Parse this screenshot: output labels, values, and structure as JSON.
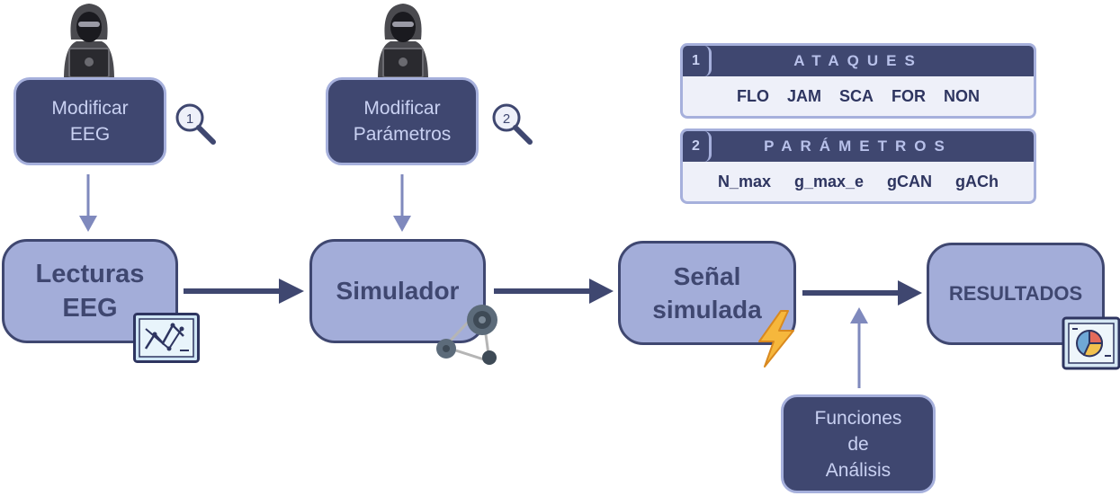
{
  "nodes": {
    "modificar_eeg": "Modificar\nEEG",
    "modificar_parametros": "Modificar\nParámetros",
    "lecturas_eeg": "Lecturas\nEEG",
    "simulador": "Simulador",
    "senal_simulada": "Señal\nsimulada",
    "resultados": "RESULTADOS",
    "funciones_analisis": "Funciones\nde\nAnálisis"
  },
  "badges": {
    "one": "1",
    "two": "2"
  },
  "panels": {
    "ataques": {
      "number": "1",
      "title": "ATAQUES",
      "items": [
        "FLO",
        "JAM",
        "SCA",
        "FOR",
        "NON"
      ]
    },
    "parametros": {
      "number": "2",
      "title": "PARÁMETROS",
      "items": [
        "N_max",
        "g_max_e",
        "gCAN",
        "gACh"
      ]
    }
  },
  "colors": {
    "dark_node": "#3f4770",
    "light_node": "#a3add9",
    "arrow_dark": "#3f4770",
    "arrow_light": "#7f89bd",
    "panel_bg": "#eef0f9"
  }
}
